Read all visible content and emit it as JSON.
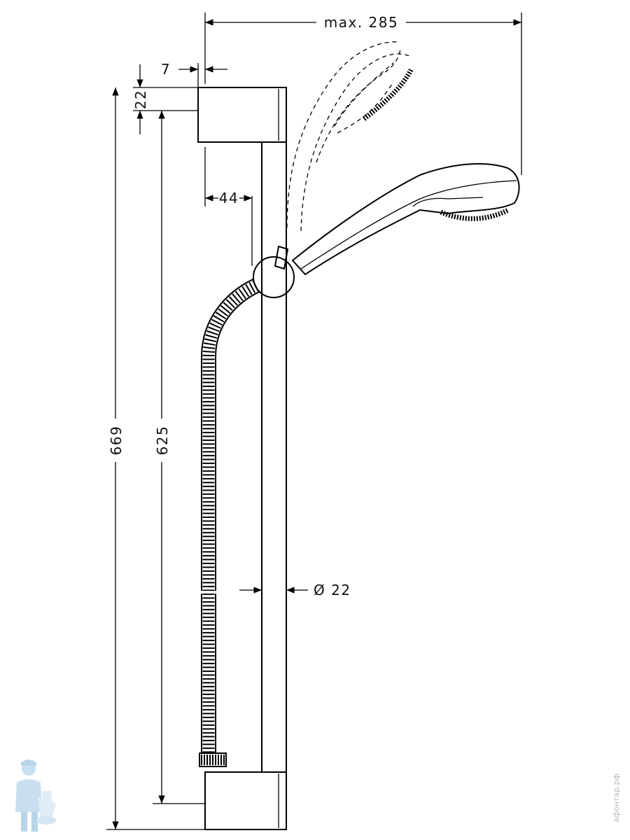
{
  "dimensions": {
    "max_reach": "max. 285",
    "bracket_offset": "7",
    "bracket_height": "22",
    "slider_offset": "44",
    "rail_diameter": "Ø 22",
    "overall_height": "669",
    "rail_length": "625"
  },
  "watermark": {
    "text": "афонтар.рф",
    "logo_icon": "plumber-mascot-icon"
  },
  "colors": {
    "line": "#000000",
    "background": "#ffffff",
    "watermark": "#9ec6e6"
  }
}
